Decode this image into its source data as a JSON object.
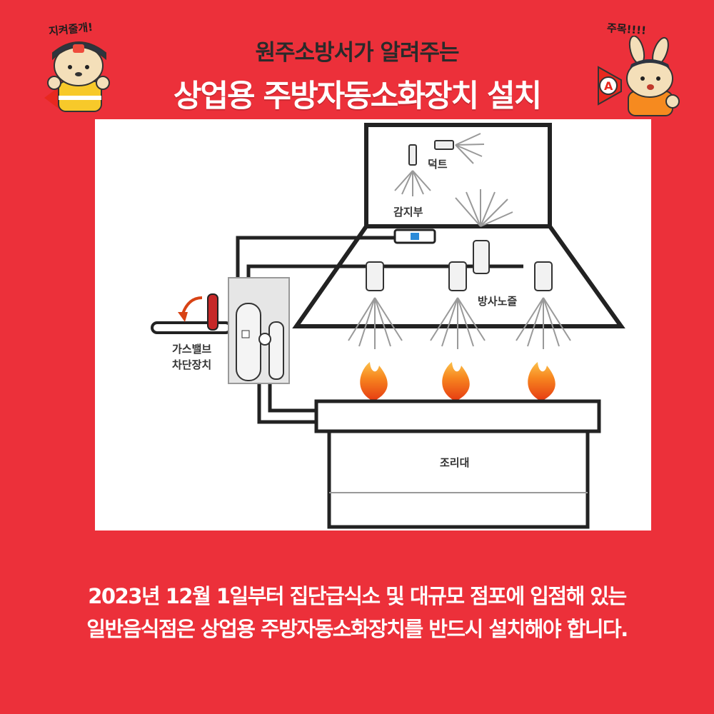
{
  "header": {
    "subtitle": "원주소방서가 알려주는",
    "title": "상업용 주방자동소화장치 설치"
  },
  "characters": {
    "left_label": "지켜줄개!",
    "right_label": "주목!!!!"
  },
  "diagram": {
    "duct_label": "덕트",
    "sensor_label": "감지부",
    "nozzle_label": "방사노즐",
    "gas_valve_label_line1": "가스밸브",
    "gas_valve_label_line2": "차단장치",
    "stove_label": "조리대"
  },
  "caption": {
    "line1": "2023년 12월 1일부터 집단급식소 및 대규모 점포에 입점해 있는",
    "line2": "일반음식점은 상업용 주방자동소화장치를 반드시 설치해야 합니다."
  },
  "colors": {
    "background": "#ec303a",
    "title_text": "#ffffff",
    "subtitle_text": "#2a2a2a"
  }
}
